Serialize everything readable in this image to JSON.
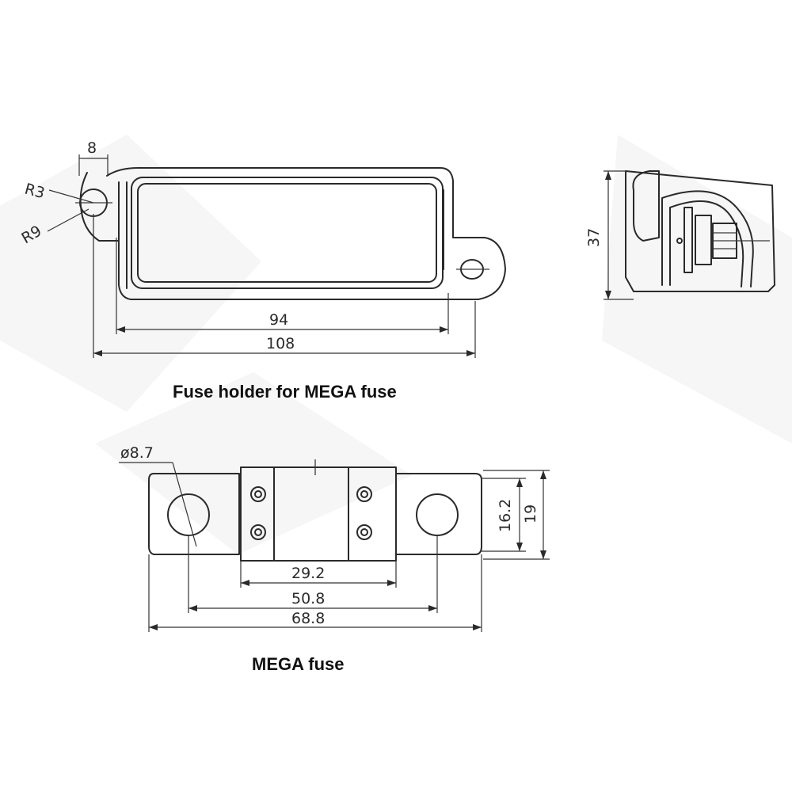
{
  "holder": {
    "caption": "Fuse holder for MEGA fuse",
    "dims": {
      "tab_width": "8",
      "radius_small": "R3",
      "radius_large": "R9",
      "inner_length": "94",
      "overall_length": "108",
      "height": "37"
    }
  },
  "fuse": {
    "caption": "MEGA fuse",
    "dims": {
      "hole_diameter": "ø8.7",
      "body_width": "29.2",
      "hole_spacing": "50.8",
      "overall_length": "68.8",
      "inner_height": "16.2",
      "overall_height": "19"
    }
  }
}
